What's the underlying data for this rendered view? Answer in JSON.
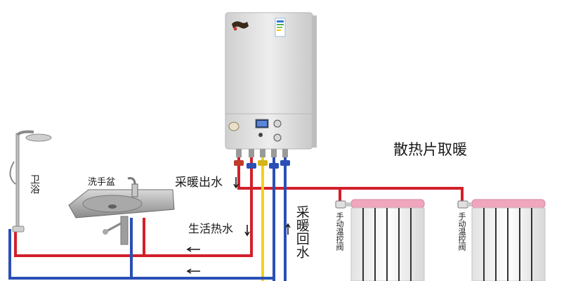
{
  "labels": {
    "heading": "散热片取暖",
    "bath": "卫浴",
    "basin": "洗手盆",
    "heating_out": "采暖出水",
    "domestic_hot": "生活热水",
    "heating_return": "采暖回水",
    "valve_left": "手动温控阀",
    "valve_right": "手动温控阀"
  },
  "colors": {
    "hot_pipe": "#d2202a",
    "cold_pipe": "#2a4fb5",
    "yellow_pipe": "#f2d21a",
    "radiator_cap": "#f0a6bd",
    "radiator_body": "#f4f4f4",
    "boiler_body": "#e9e9e9"
  },
  "icons": {
    "boiler_logo": "boiler-logo-icon",
    "shower": "shower-icon",
    "faucet": "faucet-icon",
    "flow_arrow": "arrow-left-icon"
  }
}
